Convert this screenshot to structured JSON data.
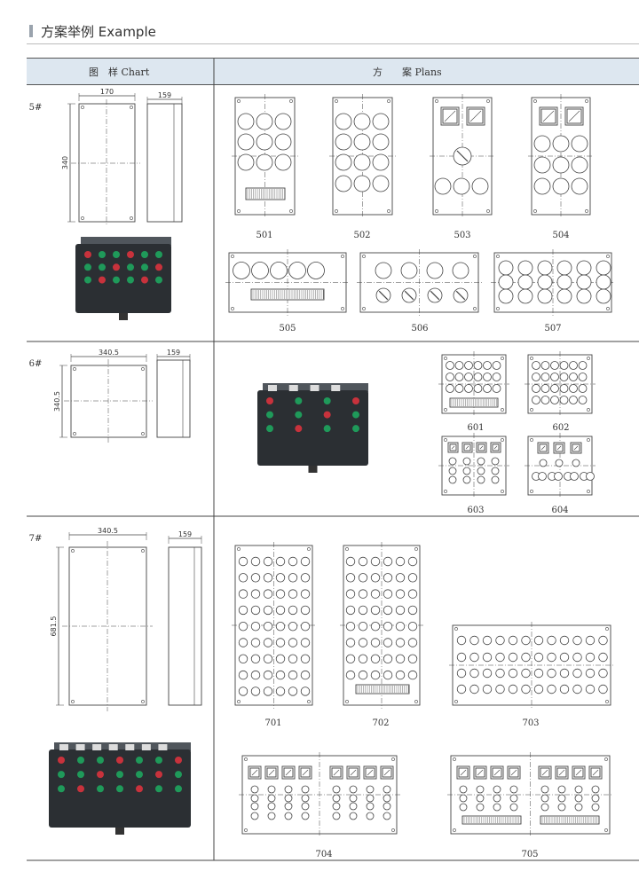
{
  "page": {
    "title": "方案举例 Example"
  },
  "table": {
    "col_chart": "图　样 Chart",
    "col_plans": "方　　案 Plans",
    "rows": [
      {
        "label": "5#",
        "dims": {
          "width": "170",
          "depth": "159",
          "height": "340"
        },
        "plans": [
          "501",
          "502",
          "503",
          "504",
          "505",
          "506",
          "507"
        ]
      },
      {
        "label": "6#",
        "dims": {
          "width": "340.5",
          "depth": "159",
          "height": "340.5"
        },
        "plans": [
          "601",
          "602",
          "603",
          "604"
        ]
      },
      {
        "label": "7#",
        "dims": {
          "width": "340.5",
          "depth": "159",
          "height": "681.5"
        },
        "plans": [
          "701",
          "702",
          "703",
          "704",
          "705"
        ]
      }
    ]
  },
  "colors": {
    "header_bg": "#dde7f0",
    "enclosure": "#2b2f33",
    "green": "#1f9a5a",
    "red": "#c8323c"
  }
}
